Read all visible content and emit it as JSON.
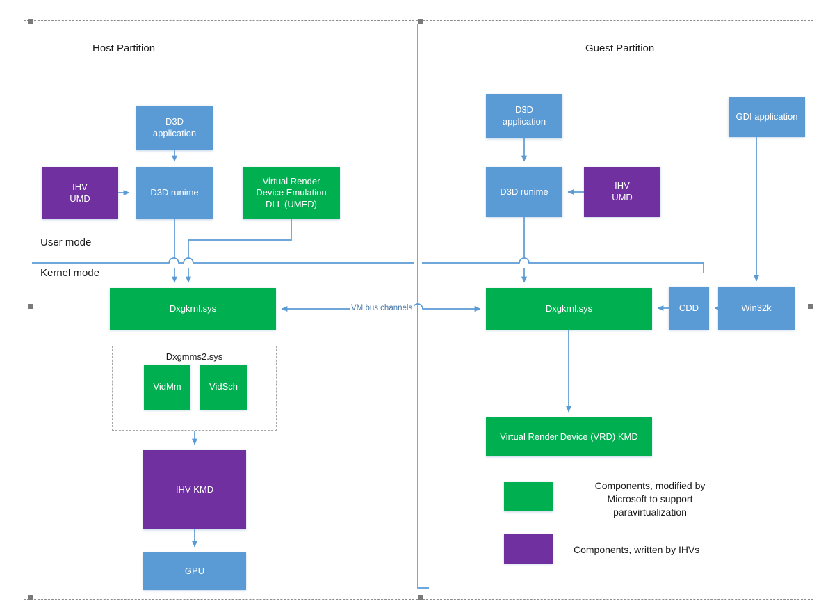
{
  "diagram": {
    "title_host": "Host Partition",
    "title_guest": "Guest Partition",
    "mode_user": "User mode",
    "mode_kernel": "Kernel mode",
    "colors": {
      "blue": "#5B9BD5",
      "green": "#00B050",
      "purple": "#7030A0",
      "connector": "#5B9BD5",
      "frame_dash": "#8c8c8c",
      "text": "#1a1a1a"
    }
  },
  "host": {
    "nodes": {
      "d3d_application": "D3D\napplication",
      "d3d_application_l1": "D3D",
      "d3d_application_l2": "application",
      "ihv_umd_l1": "IHV",
      "ihv_umd_l2": "UMD",
      "d3d_runtime": "D3D runime",
      "vred_l1": "Virtual Render",
      "vred_l2": "Device Emulation",
      "vred_l3": "DLL (UMED)",
      "dxgkrnl": "Dxgkrnl.sys",
      "dxgmms2_group": "Dxgmms2.sys",
      "vidmm": "VidMm",
      "vidsch": "VidSch",
      "ihv_kmd": "IHV KMD",
      "gpu": "GPU"
    }
  },
  "guest": {
    "nodes": {
      "d3d_application_l1": "D3D",
      "d3d_application_l2": "application",
      "d3d_runtime": "D3D runime",
      "ihv_umd_l1": "IHV",
      "ihv_umd_l2": "UMD",
      "gdi_application": "GDI application",
      "dxgkrnl": "Dxgkrnl.sys",
      "cdd": "CDD",
      "win32k": "Win32k",
      "vrd_kmd": "Virtual Render Device (VRD) KMD"
    }
  },
  "connectors": {
    "vm_bus_channels": "VM bus channels"
  },
  "legend": {
    "items": [
      {
        "color": "#00B050",
        "line1": "Components, modified by",
        "line2": "Microsoft to support",
        "line3": "paravirtualization"
      },
      {
        "color": "#7030A0",
        "line1": "Components, written by IHVs",
        "line2": "",
        "line3": ""
      }
    ]
  }
}
